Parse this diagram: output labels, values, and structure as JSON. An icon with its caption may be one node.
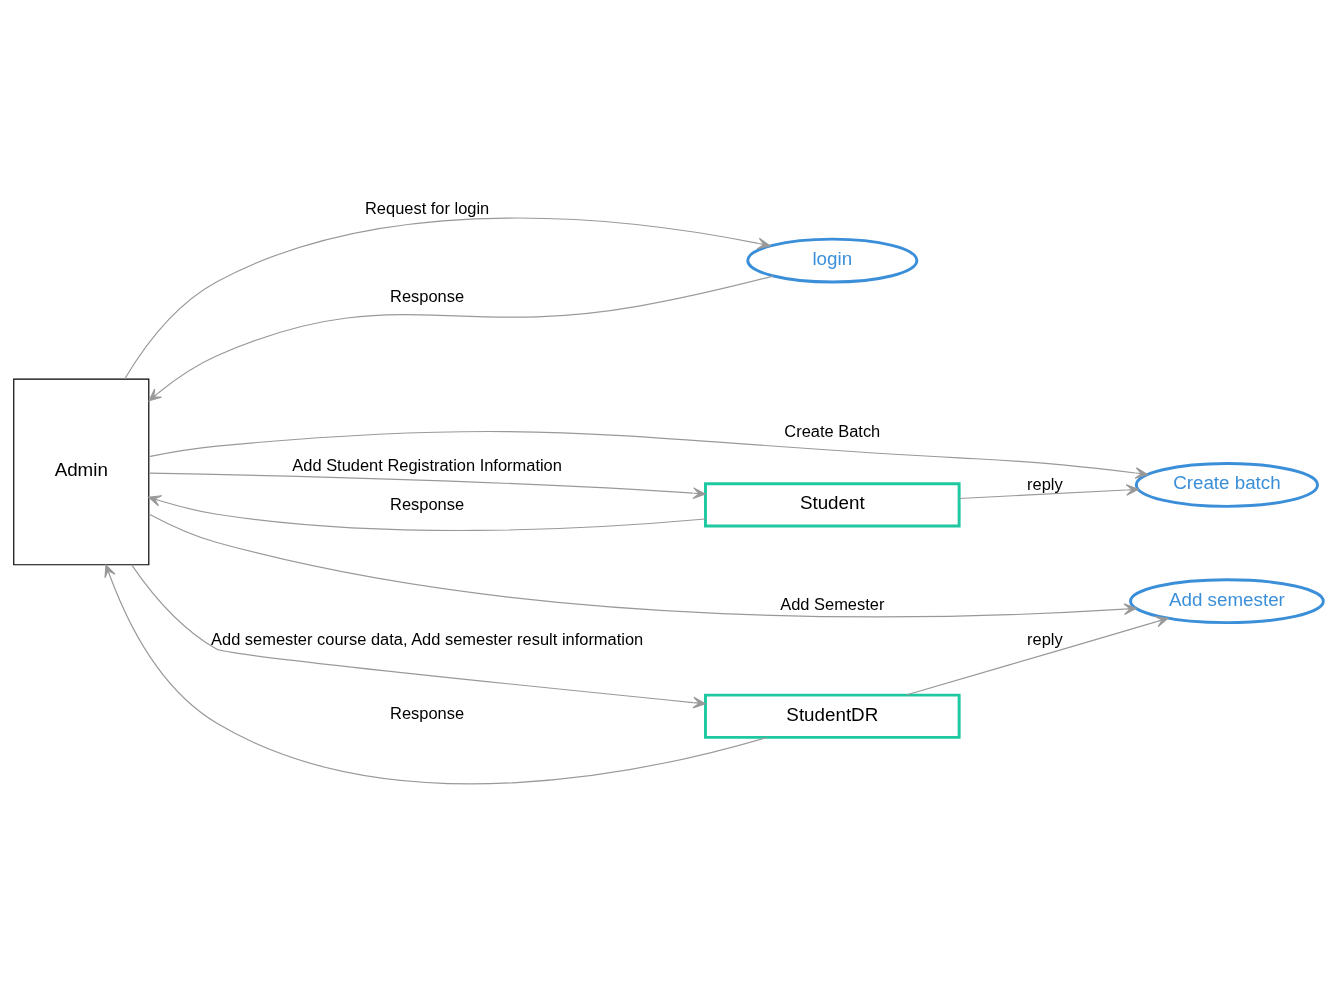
{
  "diagram": {
    "nodes": [
      {
        "text": [
          "Admin"
        ]
      },
      {
        "text": [
          "login"
        ]
      },
      {
        "text": [
          "Create batch"
        ]
      },
      {
        "text": [
          "Student"
        ]
      },
      {
        "text": [
          "Add semester"
        ]
      },
      {
        "text": [
          "StudentDR"
        ]
      }
    ],
    "edges": [
      {
        "from": 0,
        "to": 1,
        "arrow": "to",
        "label": "Request for login"
      },
      {
        "from": 1,
        "to": 0,
        "arrow": "to",
        "label": "Response"
      },
      {
        "from": 0,
        "to": 2,
        "arrow": "to",
        "label": "Create Batch"
      },
      {
        "from": 0,
        "to": 3,
        "arrow": "to",
        "label": "Add Student Registration Information"
      },
      {
        "from": 3,
        "to": 0,
        "arrow": "to",
        "label": "Response"
      },
      {
        "from": 3,
        "to": 2,
        "arrow": "to",
        "label": "reply"
      },
      {
        "from": 0,
        "to": 4,
        "arrow": "to",
        "label": "Add Semester"
      },
      {
        "from": 0,
        "to": 5,
        "arrow": "to",
        "label": "Add semester course data, Add semester result information"
      },
      {
        "from": 5,
        "to": 0,
        "arrow": "to",
        "label": "Response"
      },
      {
        "from": 5,
        "to": 4,
        "arrow": "to",
        "label": "reply"
      }
    ]
  }
}
